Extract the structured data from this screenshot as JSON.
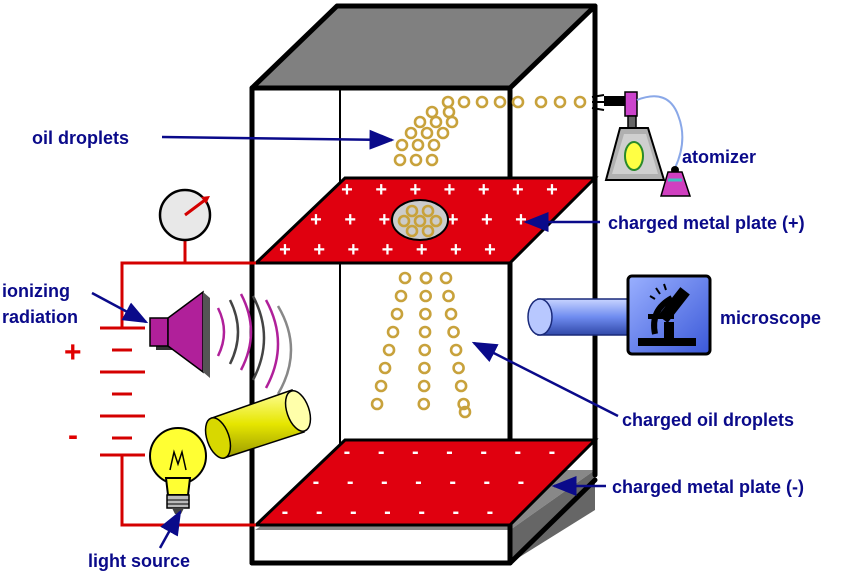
{
  "labels": {
    "oil_droplets": "oil droplets",
    "atomizer": "atomizer",
    "plate_positive": "charged metal plate (+)",
    "ionizing_line1": "ionizing",
    "ionizing_line2": "radiation",
    "microscope": "microscope",
    "charged_oil_droplets": "charged oil droplets",
    "plate_negative": "charged metal plate (-)",
    "light_source": "light source"
  },
  "symbols": {
    "battery_plus": "+",
    "battery_minus": "-",
    "plate_top_charge": "+",
    "plate_bottom_charge": "-"
  },
  "colors": {
    "plate": "#e0000f",
    "label_text": "#0a0a8a",
    "droplet": "#c8a23c",
    "wire": "#d40000",
    "frame_gray": "#808080"
  },
  "icons": {
    "meter": "voltmeter-icon",
    "speaker": "speaker-icon",
    "bulb": "light-bulb-icon",
    "atomizer": "atomizer-bottle-icon",
    "microscope": "microscope-icon"
  }
}
